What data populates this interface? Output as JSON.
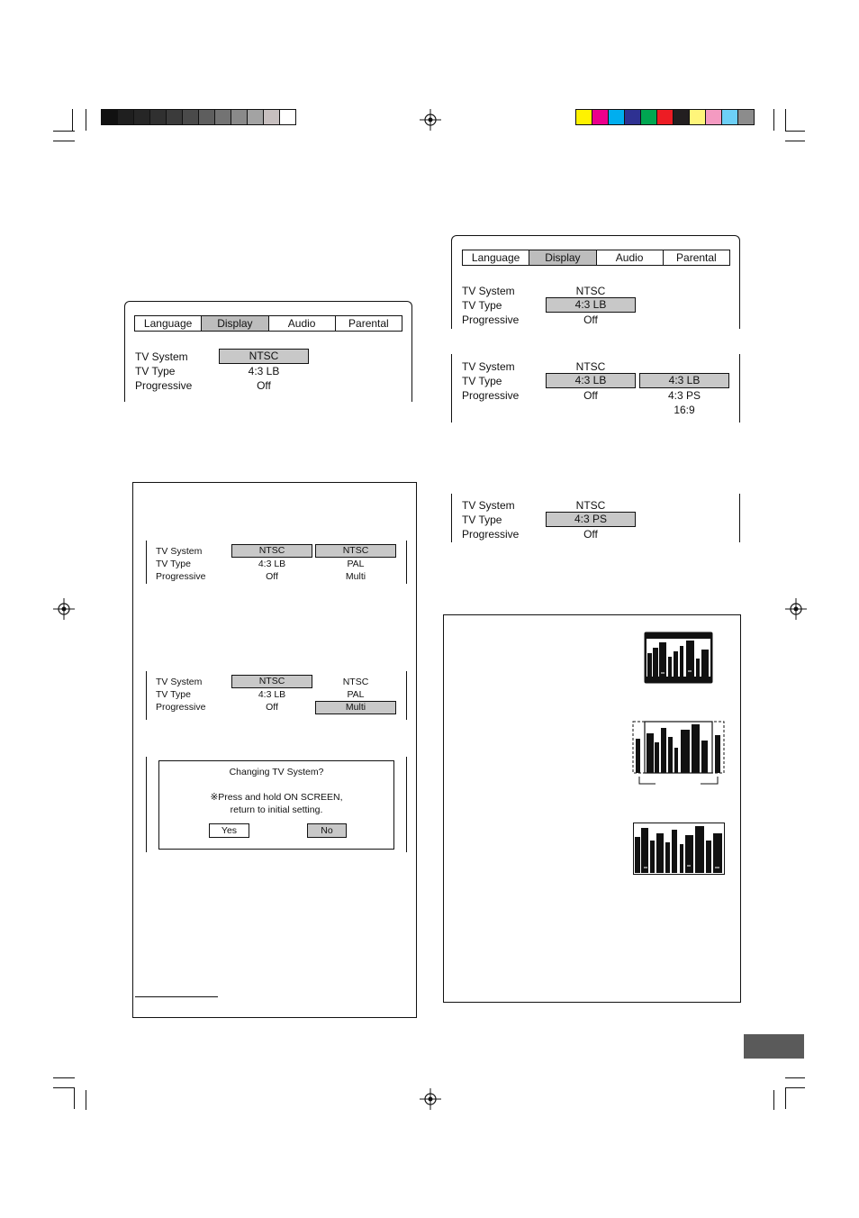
{
  "colors": {
    "grayscale_bar": [
      "#111111",
      "#1f1f1f",
      "#262626",
      "#303030",
      "#3b3b3b",
      "#4a4a4a",
      "#5e5e5e",
      "#737373",
      "#8a8a8a",
      "#a3a3a3",
      "#c7bfbf",
      "#ffffff"
    ],
    "color_bar": [
      "#fff200",
      "#ec008c",
      "#00aeef",
      "#2e3192",
      "#00a651",
      "#ed1c24",
      "#231f20",
      "#fff57a",
      "#f49ac1",
      "#6dcff6",
      "#8c8c8c"
    ],
    "highlight": "#c8c8c8",
    "page_tab_badge": "#5a5a5a"
  },
  "menu": {
    "tabs": [
      "Language",
      "Display",
      "Audio",
      "Parental"
    ],
    "selected_tab": "Display"
  },
  "rows": {
    "tv_system": "TV System",
    "tv_type": "TV Type",
    "progressive": "Progressive"
  },
  "values": {
    "ntsc": "NTSC",
    "pal": "PAL",
    "lb": "4:3 LB",
    "ps": "4:3 PS",
    "wide": "16:9",
    "off": "Off",
    "multi": "Multi"
  },
  "dialog": {
    "title": "Changing TV System?",
    "note_line1": "※Press and hold ON SCREEN,",
    "note_line2": "return to initial setting.",
    "yes": "Yes",
    "no": "No"
  },
  "icons": {
    "registration": "crosshair-registration-icon",
    "cityscape": "cityscape-icon"
  }
}
